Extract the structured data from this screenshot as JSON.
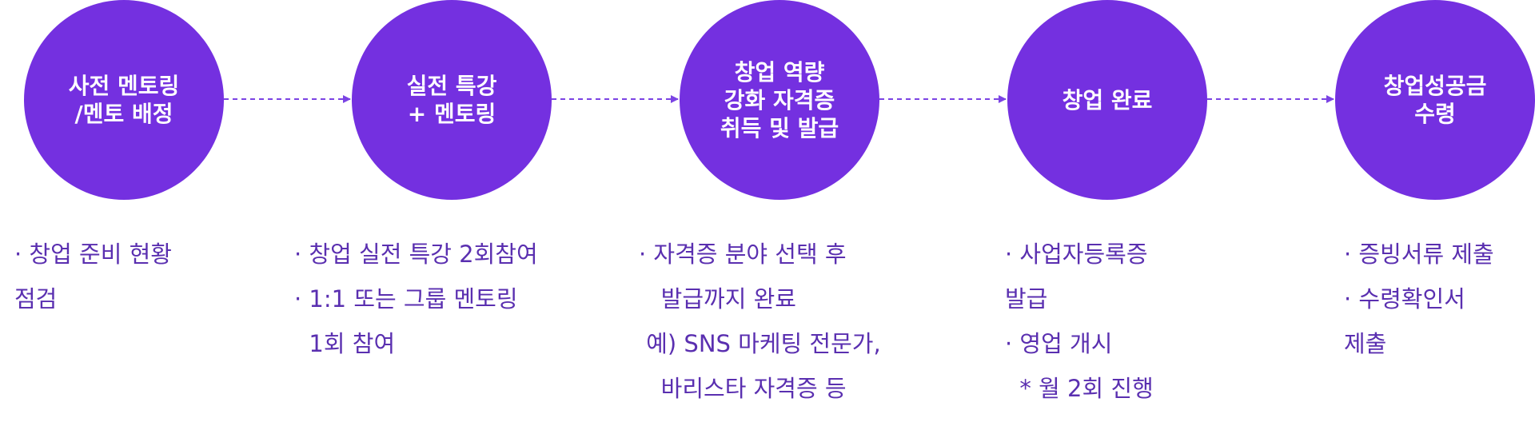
{
  "colors": {
    "circle_fill": "#7430e0",
    "circle_text": "#ffffff",
    "description_text": "#5a2fb0",
    "connector": "#7b43e4"
  },
  "steps": [
    {
      "title": "사전 멘토링\n/멘토 배정",
      "description": [
        "· 창업 준비 현황",
        "점검"
      ]
    },
    {
      "title": "실전 특강\n+ 멘토링",
      "description": [
        "· 창업 실전 특강 2회참여",
        "· 1:1 또는 그룹 멘토링",
        "  1회 참여"
      ]
    },
    {
      "title": "창업 역량\n강화 자격증\n취득 및 발급",
      "description": [
        "· 자격증 분야 선택 후",
        "   발급까지 완료",
        " 예) SNS 마케팅 전문가,",
        "   바리스타 자격증 등"
      ]
    },
    {
      "title": "창업 완료",
      "description": [
        "· 사업자등록증",
        "발급",
        "· 영업 개시",
        "  * 월 2회 진행"
      ]
    },
    {
      "title": "창업성공금\n수령",
      "description": [
        "· 증빙서류 제출",
        "· 수령확인서",
        "제출"
      ]
    }
  ]
}
